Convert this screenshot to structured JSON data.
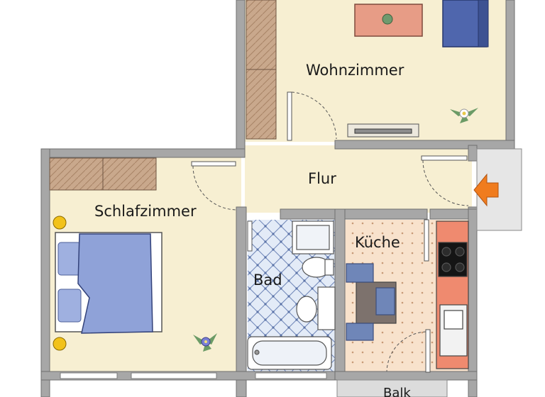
{
  "rooms": {
    "wohnzimmer": "Wohnzimmer",
    "flur": "Flur",
    "schlafzimmer": "Schlafzimmer",
    "kueche": "Küche",
    "bad": "Bad",
    "balkon": "Balk"
  },
  "colors": {
    "wall": "#a7a7a7",
    "floor": "#f7efd2",
    "bath_tile": "#dfe8f6",
    "kitchen_tile": "#f6dcc6",
    "wardrobe": "#c7a58a",
    "bed_cover": "#8fa2d8",
    "sofa": "#4f66ad",
    "table": "#e79c86",
    "entry_arrow": "#f07c1e",
    "counter": "#ef8a6f"
  },
  "icons": {
    "entry": "entry-arrow-icon",
    "plant": "plant-icon",
    "lamp": "lamp-icon"
  }
}
